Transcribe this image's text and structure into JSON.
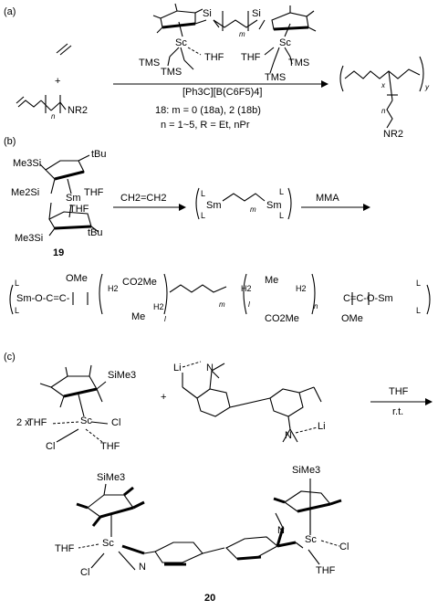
{
  "panel_a": {
    "label": "(a)",
    "plus": "+",
    "si_left": "Si",
    "si_right": "Si",
    "m_sub": "m",
    "sc": "Sc",
    "tms_left1": "TMS",
    "thf_left": "THF",
    "thf_right": "THF",
    "tms_right1": "TMS",
    "tms_left2": "TMS",
    "tms_right2": "TMS",
    "cocatalyst": "[Ph3C][B(C6F5)4]",
    "catalyst_line": "18: m = 0 (18a), 2 (18b)",
    "conditions_line": "n = 1~5, R = Et, nPr",
    "amine": "NR2",
    "n_sub": "n",
    "product_x": "x",
    "product_y": "y",
    "product_n": "n",
    "product_amine": "NR2"
  },
  "panel_b": {
    "label": "(b)",
    "me3si_top": "Me3Si",
    "tbu_top": "tBu",
    "me2si": "Me2Si",
    "sm": "Sm",
    "thf1": "THF",
    "thf2": "THF",
    "me3si_bottom": "Me3Si",
    "tbu_bottom": "tBu",
    "compound": "19",
    "reagent": "CH2=CH2",
    "sm_left": "Sm",
    "sm_right": "Sm",
    "l1": "L",
    "l2": "L",
    "l3": "L",
    "l4": "L",
    "m_sub": "m",
    "mma": "MMA",
    "chain_sm_left": "Sm-O-C=C-",
    "chain_ome_left": "OMe",
    "chain_h2_left": "H2",
    "chain_co2me_left": "CO2Me",
    "chain_me_left": "Me",
    "chain_h2_mid": "H2",
    "chain_i_left": "l",
    "chain_m": "m",
    "chain_h2_right": "H2",
    "chain_me_right": "Me",
    "chain_h2_right2": "H2",
    "chain_right_tail": "C=C-O-Sm",
    "chain_co2me_right": "CO2Me",
    "chain_ome_right": "OMe",
    "chain_n": "n",
    "chain_l_r": "l",
    "bl1": "L",
    "bl2": "L",
    "bl3": "L",
    "bl4": "L"
  },
  "panel_c": {
    "label": "(c)",
    "simee3": "SiMe3",
    "two_x": "2 x",
    "thf_a": "THF",
    "sc": "Sc",
    "cl_a": "Cl",
    "cl_b": "Cl",
    "thf_b": "THF",
    "plus": "+",
    "li_top": "Li",
    "n_top": "N",
    "n_bottom": "N",
    "li_bottom": "Li",
    "cond_top": "THF",
    "cond_bottom": "r.t.",
    "p_simee3_left": "SiMe3",
    "p_simee3_right": "SiMe3",
    "p_thf_left": "THF",
    "p_sc_left": "Sc",
    "p_cl_left": "Cl",
    "p_n_left": "N",
    "p_n_right": "N",
    "p_sc_right": "Sc",
    "p_cl_right": "Cl",
    "p_thf_right": "THF",
    "compound": "20"
  }
}
